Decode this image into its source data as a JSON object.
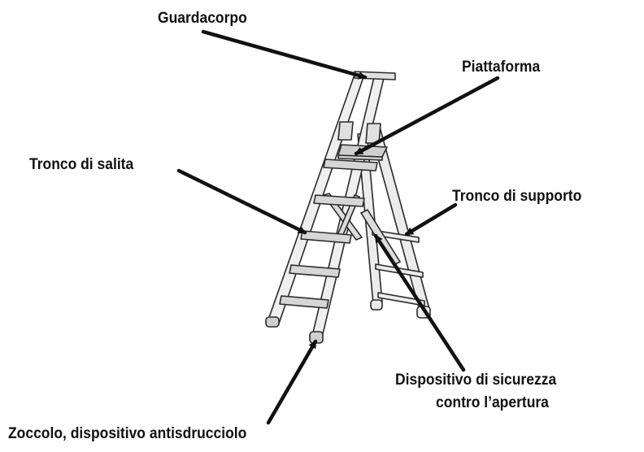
{
  "labels": {
    "guardacorpo": "Guardacorpo",
    "piattaforma": "Piattaforma",
    "tronco_salita": "Tronco di salita",
    "tronco_supporto": "Tronco di supporto",
    "dispositivo_sicurezza_line1": "Dispositivo di sicurezza",
    "dispositivo_sicurezza_line2": "contro l’apertura",
    "zoccolo": "Zoccolo, dispositivo antisdrucciolo"
  },
  "colors": {
    "ink": "#111111",
    "ladder_fill": "#e9e9e9",
    "ladder_stroke": "#2a2a2a"
  }
}
